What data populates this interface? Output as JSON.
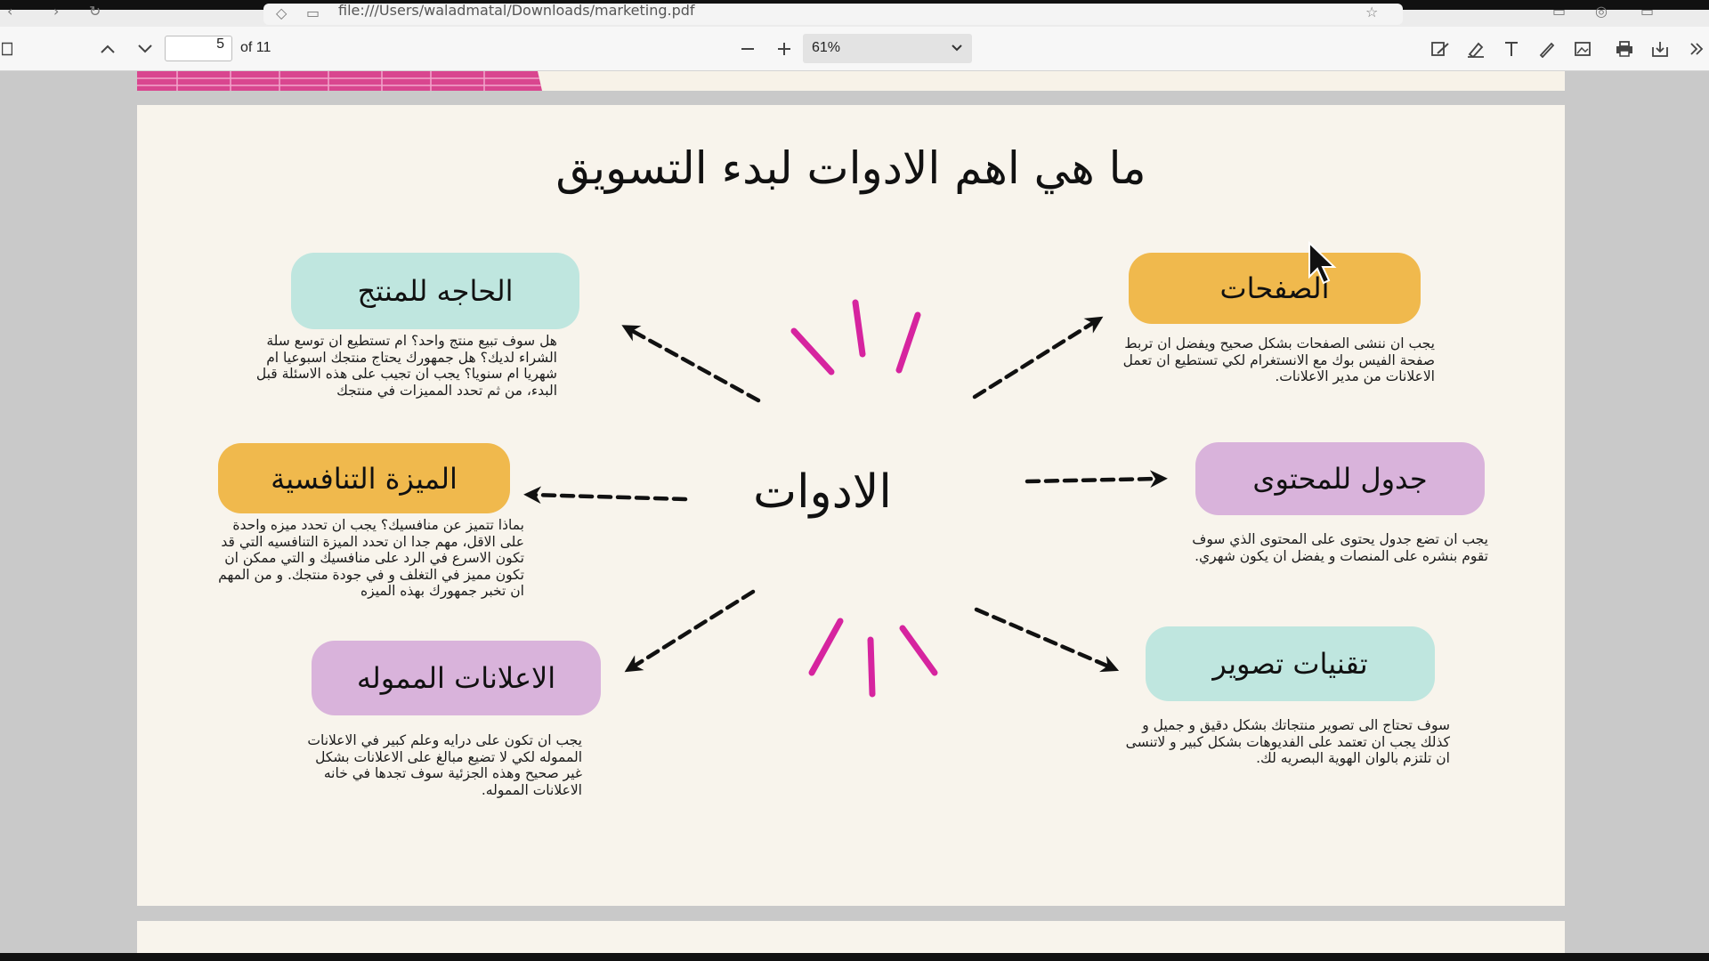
{
  "browser": {
    "url": "file:///Users/waladmatal/Downloads/marketing.pdf"
  },
  "toolbar": {
    "page_number": "5",
    "page_count": "of 11",
    "zoom": "61%"
  },
  "document": {
    "title": "ما هي اهم الادوات لبدء التسويق",
    "center_word": "الادوات",
    "tools": [
      {
        "id": "product-need",
        "label": "الحاجه للمنتج",
        "color": "#bfe6df",
        "description": "هل سوف تبيع منتج واحد؟ ام تستطيع ان توسع سلة الشراء لديك؟ هل جمهورك يحتاج منتجك اسبوعيا ام شهريا ام سنويا؟ يجب ان تجيب على هذه الاسئلة قبل البدء، من ثم تحدد المميزات في منتجك"
      },
      {
        "id": "competitive-advantage",
        "label": "الميزة التنافسية",
        "color": "#f0b94d",
        "description": "بماذا تتميز عن منافسيك؟ يجب ان تحدد ميزه واحدة على الاقل، مهم جدا ان تحدد الميزة التنافسيه التي قد تكون الاسرع في الرد على منافسيك و التي ممكن ان تكون مميز في التغلف و في جودة منتجك. و من المهم ان تخبر جمهورك بهذه الميزه"
      },
      {
        "id": "paid-ads",
        "label": "الاعلانات المموله",
        "color": "#d9b3db",
        "description": "يجب ان تكون على درايه وعلم كبير في الاعلانات المموله لكي لا تضيع مبالغ على الاعلانات بشكل غير صحيح وهذه الجزئية سوف تجدها في خانه الاعلانات المموله."
      },
      {
        "id": "pages",
        "label": "الصفحات",
        "color": "#f0b94d",
        "description": "يجب ان ننشى الصفحات بشكل صحيح ويفضل ان تربط صفحة الفيس بوك مع الانستغرام لكي تستطيع ان تعمل الاعلانات من مدير الاعلانات."
      },
      {
        "id": "content-schedule",
        "label": "جدول للمحتوى",
        "color": "#d9b3db",
        "description": "يجب ان تضع جدول يحتوى على المحتوى الذي سوف تقوم بنشره على المنصات و يفضل ان يكون شهري."
      },
      {
        "id": "photography",
        "label": "تقنيات تصوير",
        "color": "#bfe6df",
        "description": "سوف تحتاج الى تصوير منتجاتك بشكل دقيق و جميل و كذلك يجب ان تعتمد على الفديوهات بشكل كبير و لاتنسى ان تلتزم بالوان الهوية البصريه لك."
      }
    ],
    "accent_color": "#d6249f"
  }
}
